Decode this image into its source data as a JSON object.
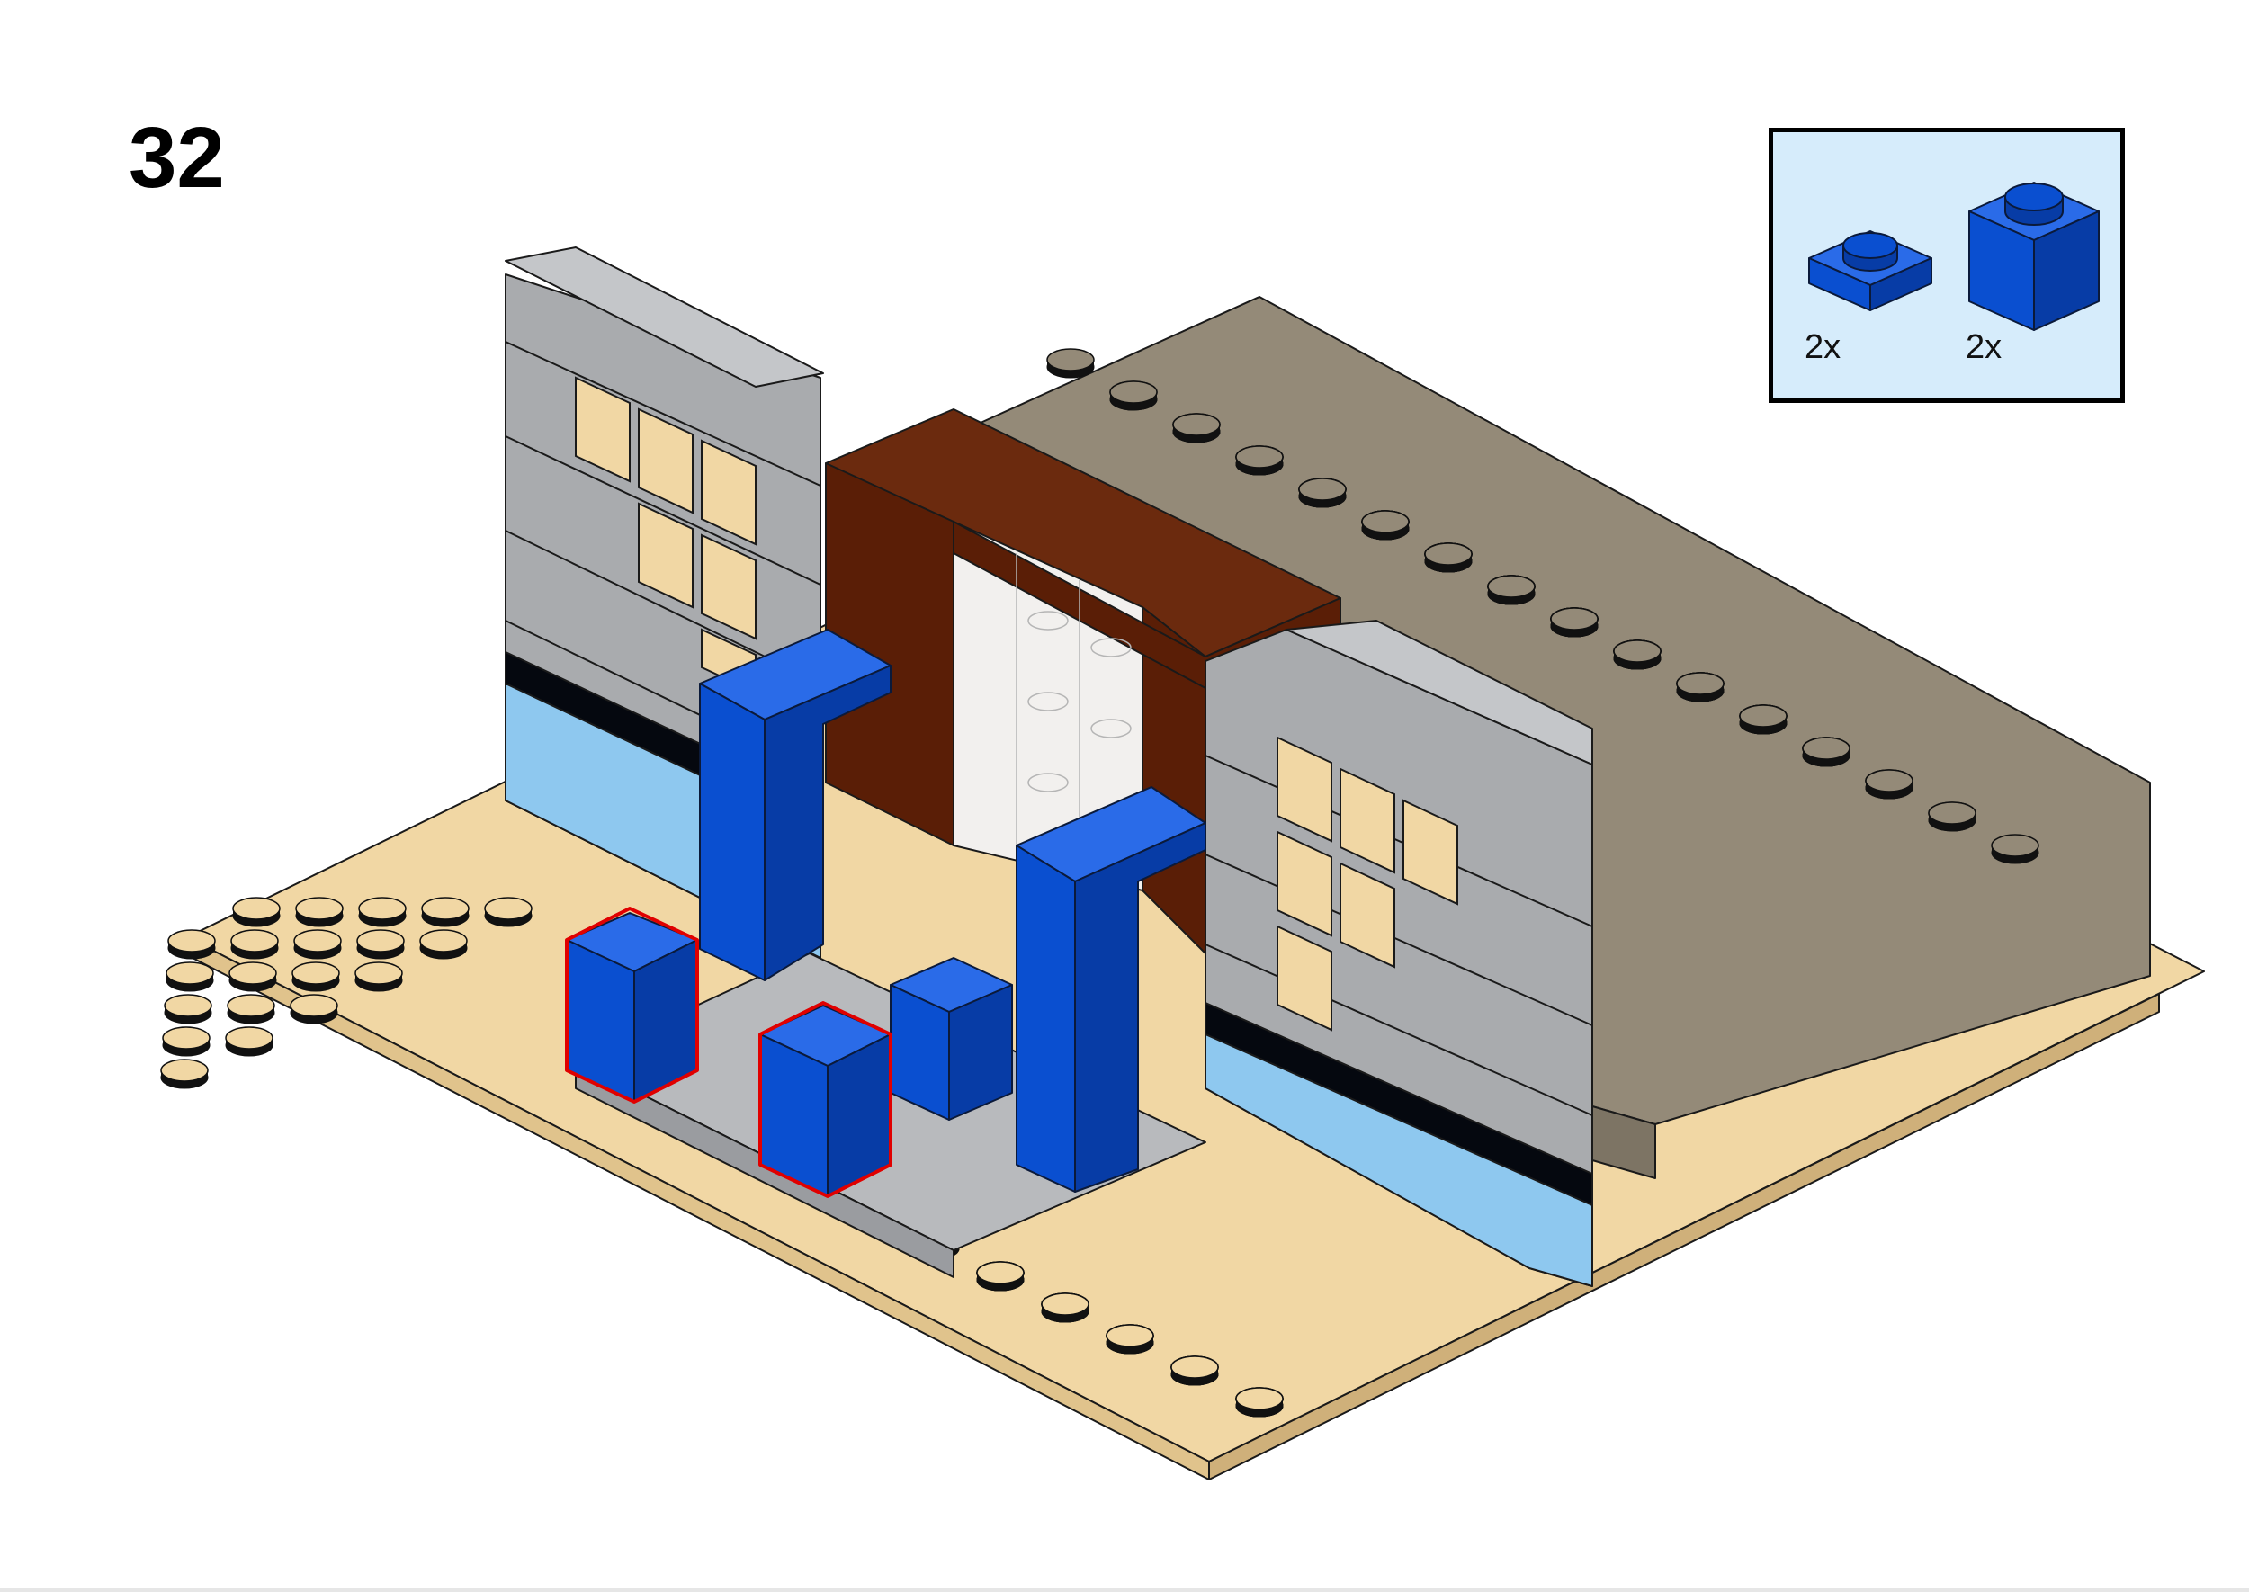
{
  "page": {
    "step_number": "32"
  },
  "parts_callout": {
    "items": [
      {
        "name": "blue-plate-1x1",
        "quantity": "2x",
        "color": "#0a4fd0"
      },
      {
        "name": "blue-brick-1x1",
        "quantity": "2x",
        "color": "#0a4fd0"
      }
    ],
    "background": "#d6ecfb"
  },
  "colors": {
    "tan": "#f1d7a4",
    "light_gray": "#a9abae",
    "dark_tan": "#948a78",
    "reddish_brown": "#5a1e06",
    "blue": "#0a4fd0",
    "trans_light_blue": "#8ec8ef",
    "black": "#05080f",
    "highlight": "#e00000"
  }
}
